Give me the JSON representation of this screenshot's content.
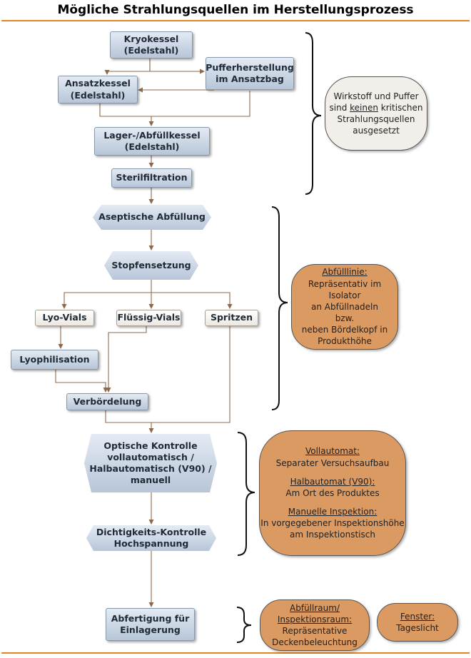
{
  "title": "Mögliche Strahlungsquellen im Herstellungsprozess",
  "colors": {
    "accent": "#e2861f",
    "node": "#c8d4e2",
    "note_orange": "#dc9a63",
    "note_grey": "#f2eeea"
  },
  "steps": {
    "kryokessel": "Kryokessel\n(Edelstahl)",
    "puffer": "Pufferherstellung\nim Ansatzbag",
    "ansatzkessel": "Ansatzkessel\n(Edelstahl)",
    "lager": "Lager-/Abfüllkessel\n(Edelstahl)",
    "sterilfiltration": "Sterilfiltration",
    "aseptische": "Aseptische Abfüllung",
    "stopfen": "Stopfensetzung",
    "lyo_vials": "Lyo-Vials",
    "fluessig_vials": "Flüssig-Vials",
    "spritzen": "Spritzen",
    "lyophilisation": "Lyophilisation",
    "verboerdelung": "Verbördelung",
    "optische": "Optische Kontrolle\nvollautomatisch /\nHalbautomatisch (V90) /\nmanuell",
    "dichtigkeit": "Dichtigkeits-Kontrolle\nHochspannung",
    "abfertigung": "Abfertigung für\nEinlagerung"
  },
  "notes": {
    "wirkstoff": {
      "line1": "Wirkstoff und Puffer",
      "pre": "sind ",
      "underlined": "keinen",
      "post": " kritischen",
      "line3": "Strahlungsquellen",
      "line4": "ausgesetzt"
    },
    "abfuelllinie": {
      "heading": "Abfülllinie:",
      "text": "Repräsentativ im Isolator\nan Abfüllnadeln\nbzw.\nneben Bördelkopf in\nProdukthöhe"
    },
    "kontrolle": {
      "h1": "Vollautomat:",
      "t1": "Separater Versuchsaufbau",
      "h2": "Halbautomat (V90):",
      "t2": "Am Ort des Produktes",
      "h3": "Manuelle Inspektion:",
      "t3": "In vorgegebener Inspektionshöhe\nam Inspektionstisch"
    },
    "abfuellraum": {
      "heading": "Abfüllraum/\nInspektionsraum:",
      "text": "Repräsentative\nDeckenbeleuchtung"
    },
    "fenster": {
      "heading": "Fenster:",
      "text": "Tageslicht"
    }
  }
}
